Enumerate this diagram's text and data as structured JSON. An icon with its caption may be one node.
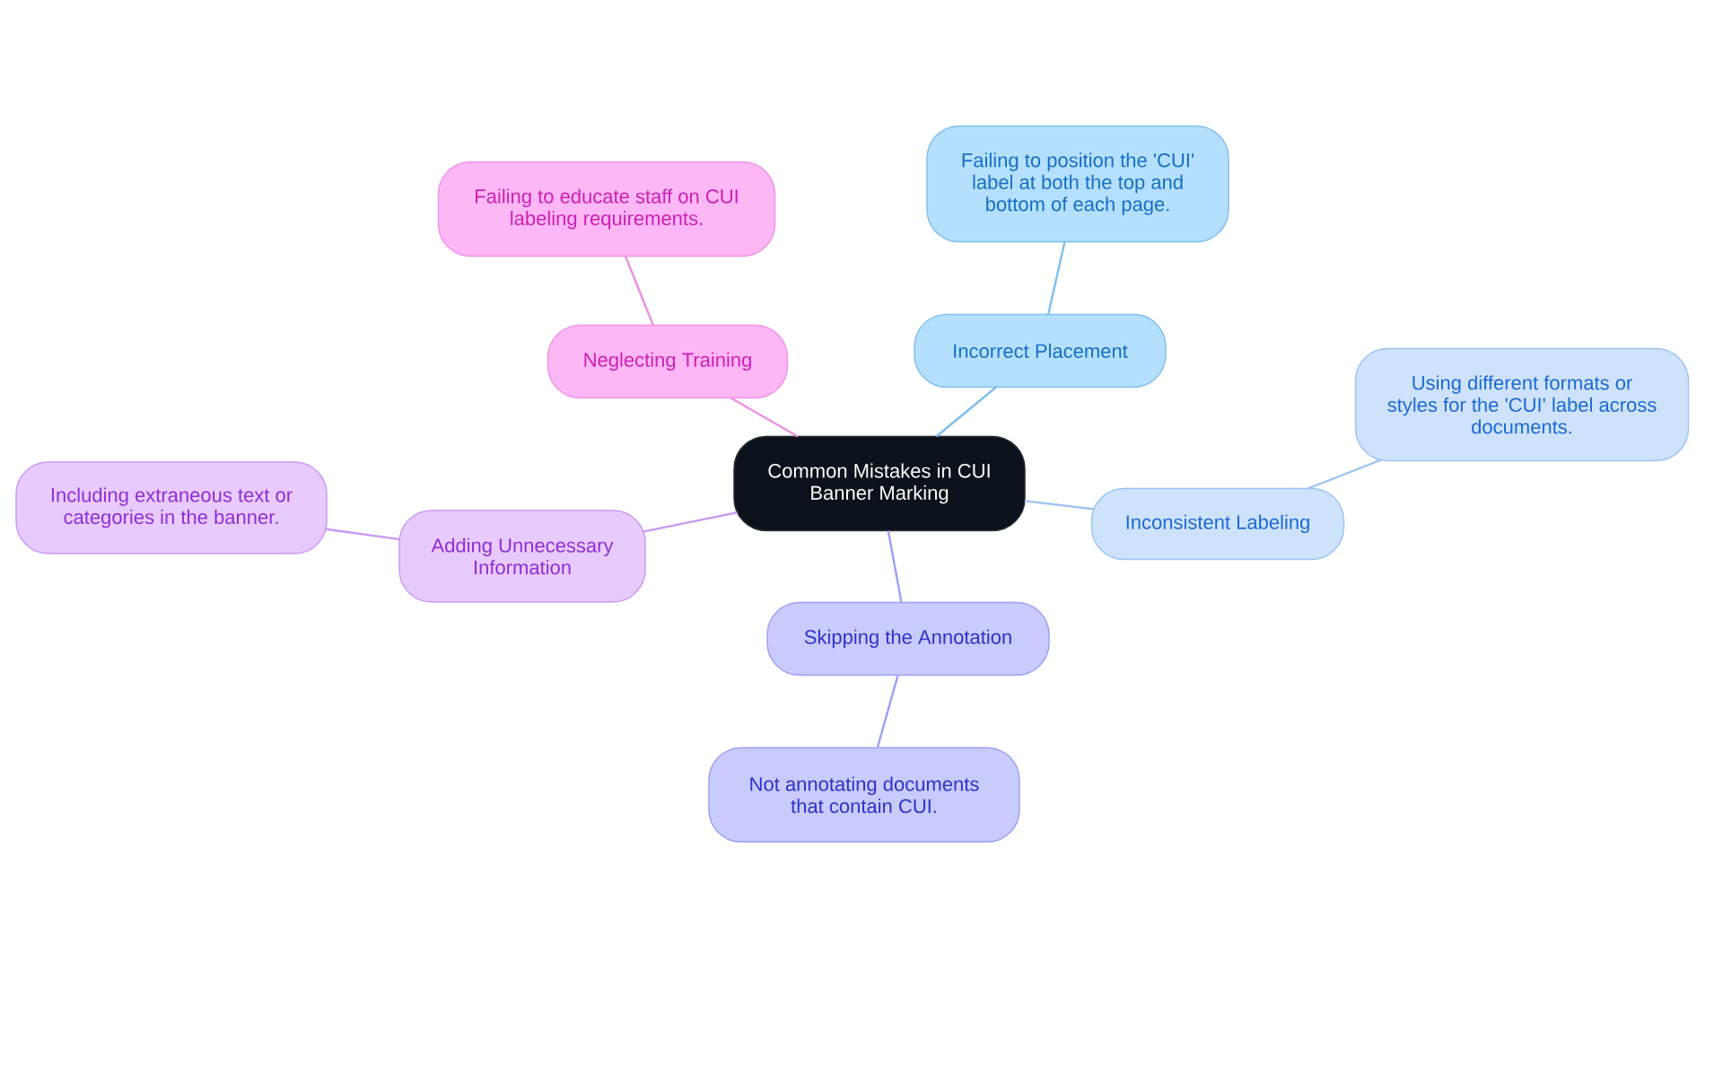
{
  "diagram": {
    "nodes": [
      {
        "text": [
          "Common Mistakes in CUI Banner Marking"
        ]
      },
      {
        "text": [
          "Incorrect Placement"
        ]
      },
      {
        "text": [
          "Failing to position the 'CUI' label at both the top and bottom of each page."
        ]
      },
      {
        "text": [
          "Inconsistent Labeling"
        ]
      },
      {
        "text": [
          "Using different formats or styles for the 'CUI' label across documents."
        ]
      },
      {
        "text": [
          "Skipping the Annotation"
        ]
      },
      {
        "text": [
          "Not annotating documents that contain CUI."
        ]
      },
      {
        "text": [
          "Adding Unnecessary Information"
        ]
      },
      {
        "text": [
          "Including extraneous text or categories in the banner."
        ]
      },
      {
        "text": [
          "Neglecting Training"
        ]
      },
      {
        "text": [
          "Failing to educate staff on CUI labeling requirements."
        ]
      }
    ],
    "edges": [
      {
        "from": 0,
        "to": 1,
        "arrow": "none",
        "color": "#7cbff0"
      },
      {
        "from": 1,
        "to": 2,
        "arrow": "none",
        "color": "#7cbff0"
      },
      {
        "from": 0,
        "to": 3,
        "arrow": "none",
        "color": "#9cc3f1"
      },
      {
        "from": 3,
        "to": 4,
        "arrow": "none",
        "color": "#9cc3f1"
      },
      {
        "from": 0,
        "to": 5,
        "arrow": "none",
        "color": "#9ca0f3"
      },
      {
        "from": 5,
        "to": 6,
        "arrow": "none",
        "color": "#9ca0f3"
      },
      {
        "from": 0,
        "to": 7,
        "arrow": "none",
        "color": "#c99af4"
      },
      {
        "from": 7,
        "to": 8,
        "arrow": "none",
        "color": "#c99af4"
      },
      {
        "from": 0,
        "to": 9,
        "arrow": "none",
        "color": "#f08ee4"
      },
      {
        "from": 9,
        "to": 10,
        "arrow": "none",
        "color": "#f08ee4"
      }
    ]
  }
}
